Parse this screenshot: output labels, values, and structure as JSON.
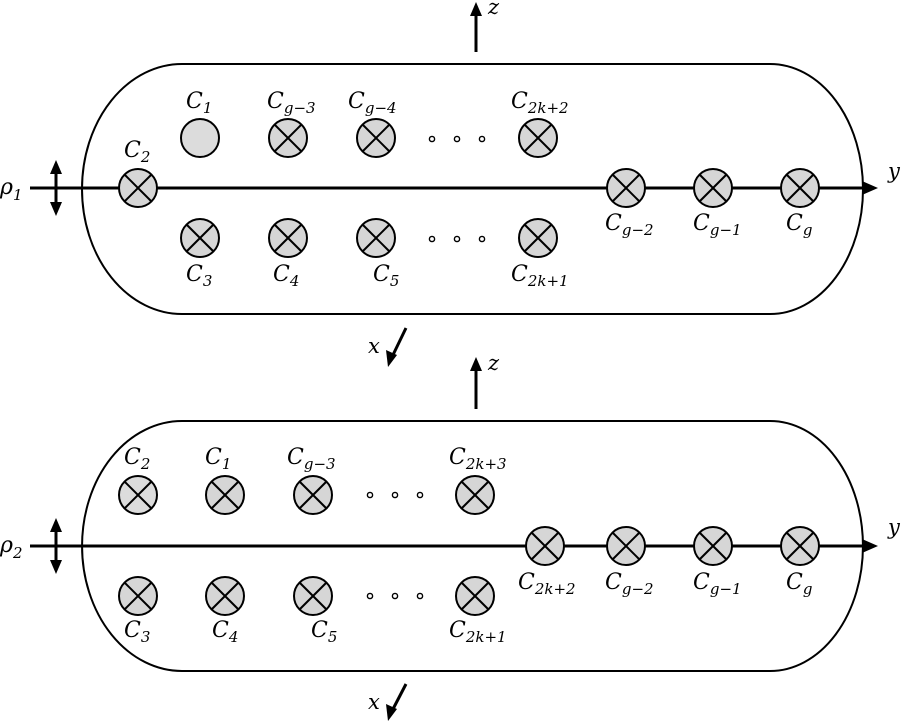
{
  "panels": [
    {
      "id": "panel-1",
      "rho": {
        "base": "ρ",
        "sub": "1"
      },
      "axes": {
        "z": "z",
        "y": "y",
        "x": "x"
      },
      "crossings": [
        {
          "base": "C",
          "sub": "1",
          "shade": "light"
        },
        {
          "base": "C",
          "sub": "g−3"
        },
        {
          "base": "C",
          "sub": "g−4"
        },
        {
          "base": "C",
          "sub": "2k+2"
        },
        {
          "base": "C",
          "sub": "2"
        },
        {
          "base": "C",
          "sub": "g−2"
        },
        {
          "base": "C",
          "sub": "g−1"
        },
        {
          "base": "C",
          "sub": "g"
        },
        {
          "base": "C",
          "sub": "3"
        },
        {
          "base": "C",
          "sub": "4"
        },
        {
          "base": "C",
          "sub": "5"
        },
        {
          "base": "C",
          "sub": "2k+1"
        }
      ]
    },
    {
      "id": "panel-2",
      "rho": {
        "base": "ρ",
        "sub": "2"
      },
      "axes": {
        "z": "z",
        "y": "y",
        "x": "x"
      },
      "crossings": [
        {
          "base": "C",
          "sub": "2",
          "shade": "light"
        },
        {
          "base": "C",
          "sub": "1"
        },
        {
          "base": "C",
          "sub": "g−3"
        },
        {
          "base": "C",
          "sub": "2k+3"
        },
        {
          "base": "C",
          "sub": "2k+2"
        },
        {
          "base": "C",
          "sub": "g−2"
        },
        {
          "base": "C",
          "sub": "g−1"
        },
        {
          "base": "C",
          "sub": "g"
        },
        {
          "base": "C",
          "sub": "3"
        },
        {
          "base": "C",
          "sub": "4"
        },
        {
          "base": "C",
          "sub": "5"
        },
        {
          "base": "C",
          "sub": "2k+1"
        }
      ]
    }
  ]
}
